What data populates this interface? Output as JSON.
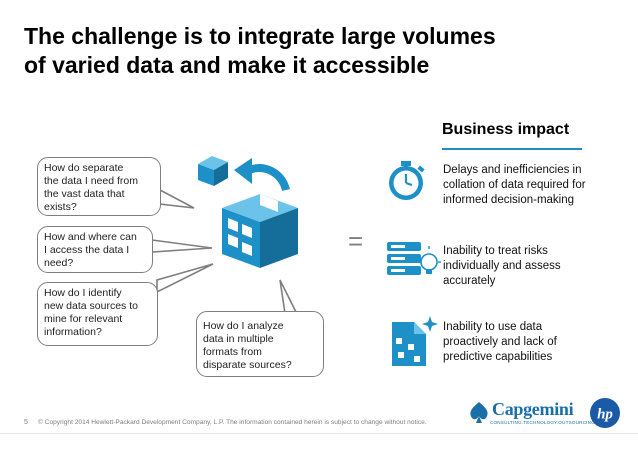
{
  "title": {
    "line1": "The challenge is to integrate large volumes",
    "line2": "of varied data and make it accessible"
  },
  "business_impact": {
    "heading": "Business impact",
    "items": [
      {
        "icon": "stopwatch-icon",
        "text_lines": [
          "Delays and inefficiencies in",
          "collation of data required for",
          "informed decision-making"
        ]
      },
      {
        "icon": "server-bulb-icon",
        "text_lines": [
          "Inability to treat risks",
          "individually and assess",
          "accurately"
        ]
      },
      {
        "icon": "data-puzzle-icon",
        "text_lines": [
          "Inability to use data",
          "proactively and lack of",
          "predictive capabilities"
        ]
      }
    ]
  },
  "questions": [
    {
      "lines": [
        "How do separate",
        "the data I need from",
        "the vast data that",
        "exists?"
      ]
    },
    {
      "lines": [
        "How and where can",
        "I access the data I",
        "need?"
      ]
    },
    {
      "lines": [
        "How do I identify",
        "new data sources to",
        "mine for relevant",
        "information?"
      ]
    },
    {
      "lines": [
        "How do I analyze",
        "data in multiple",
        "formats from",
        "disparate sources?"
      ]
    }
  ],
  "equals_sign": "=",
  "footer": {
    "page_number": "5",
    "copyright": "© Copyright 2014 Hewlett-Packard Development Company, L.P.  The information contained herein is subject to change without notice."
  },
  "logos": {
    "capgemini_word": "Capgemini",
    "capgemini_tagline": "CONSULTING.TECHNOLOGY.OUTSOURCING",
    "hp_text": "hp"
  },
  "colors": {
    "accent_blue": "#1f8fbf",
    "icon_blue": "#1e90c8",
    "bubble_border": "#7f7f7f"
  }
}
